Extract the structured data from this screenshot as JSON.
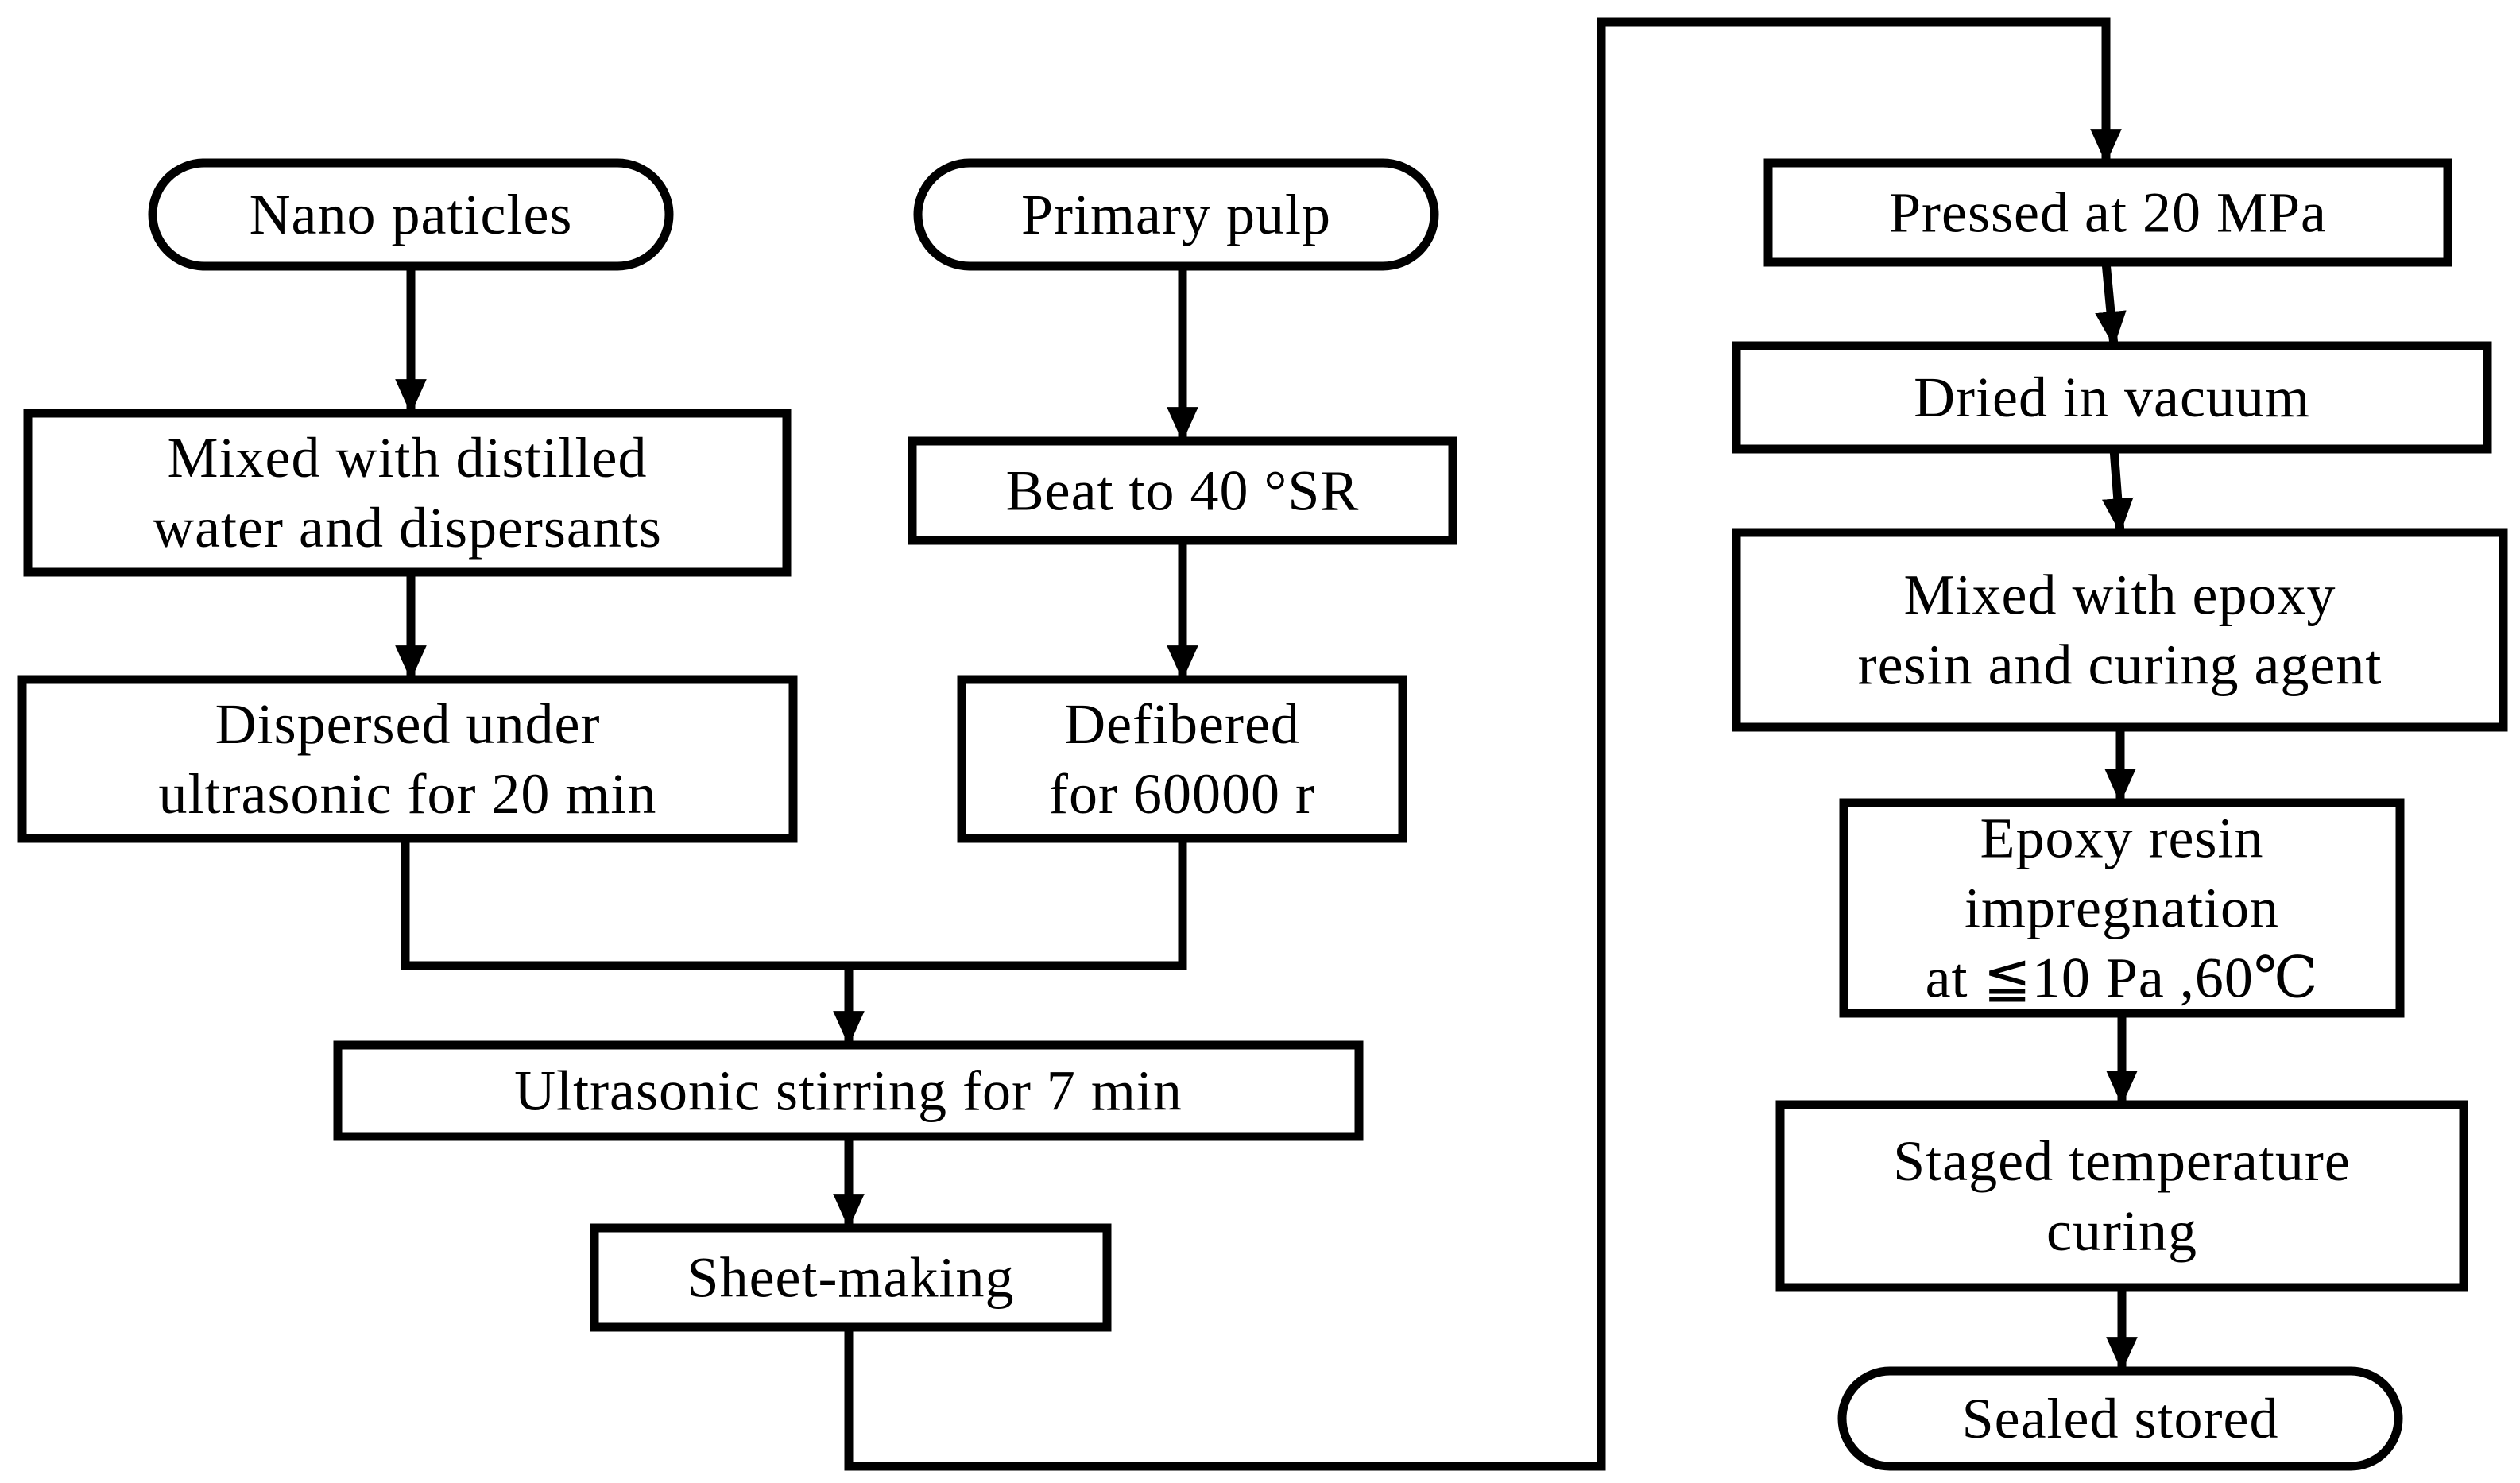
{
  "diagram": {
    "type": "flowchart",
    "nodes": [
      {
        "id": "nano",
        "shape": "terminal",
        "lines": [
          "Nano paticles"
        ]
      },
      {
        "id": "primary",
        "shape": "terminal",
        "lines": [
          "Primary pulp"
        ]
      },
      {
        "id": "mixed",
        "shape": "process",
        "lines": [
          "Mixed with distilled",
          "water and dispersants"
        ]
      },
      {
        "id": "beat",
        "shape": "process",
        "lines": [
          "Beat to 40 °SR"
        ]
      },
      {
        "id": "dispersed",
        "shape": "process",
        "lines": [
          "Dispersed under",
          "ultrasonic for 20 min"
        ]
      },
      {
        "id": "defibered",
        "shape": "process",
        "lines": [
          "Defibered",
          "for 60000 r"
        ]
      },
      {
        "id": "ustir",
        "shape": "process",
        "lines": [
          "Ultrasonic stirring for 7 min"
        ]
      },
      {
        "id": "sheet",
        "shape": "process",
        "lines": [
          "Sheet-making"
        ]
      },
      {
        "id": "pressed",
        "shape": "process",
        "lines": [
          "Pressed at 20 MPa"
        ]
      },
      {
        "id": "dried",
        "shape": "process",
        "lines": [
          "Dried in vacuum"
        ]
      },
      {
        "id": "epoxymix",
        "shape": "process",
        "lines": [
          "Mixed with epoxy",
          "resin and curing agent"
        ]
      },
      {
        "id": "impreg",
        "shape": "process",
        "lines": [
          "Epoxy resin",
          "impregnation",
          "at ≦10 Pa ,60℃"
        ]
      },
      {
        "id": "staged",
        "shape": "process",
        "lines": [
          "Staged temperature",
          "curing"
        ]
      },
      {
        "id": "sealed",
        "shape": "terminal",
        "lines": [
          "Sealed stored"
        ]
      }
    ],
    "edges": [
      {
        "from": "nano",
        "to": "mixed"
      },
      {
        "from": "mixed",
        "to": "dispersed"
      },
      {
        "from": "primary",
        "to": "beat"
      },
      {
        "from": "beat",
        "to": "defibered"
      },
      {
        "from": "dispersed",
        "to": "ustir"
      },
      {
        "from": "defibered",
        "to": "ustir"
      },
      {
        "from": "ustir",
        "to": "sheet"
      },
      {
        "from": "sheet",
        "to": "pressed"
      },
      {
        "from": "pressed",
        "to": "dried"
      },
      {
        "from": "dried",
        "to": "epoxymix"
      },
      {
        "from": "epoxymix",
        "to": "impreg"
      },
      {
        "from": "impreg",
        "to": "staged"
      },
      {
        "from": "staged",
        "to": "sealed"
      }
    ]
  }
}
